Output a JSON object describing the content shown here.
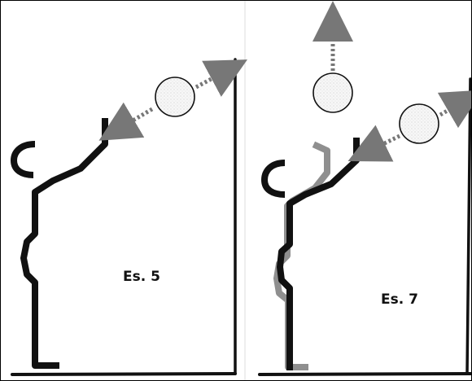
{
  "panels": [
    {
      "id": "left",
      "label": "Es. 5"
    },
    {
      "id": "right",
      "label": "Es. 7"
    }
  ],
  "colors": {
    "ink": "#111111",
    "ghost_profile": "#8f8f8f",
    "ball_fill": "#f3f3f3",
    "arrow": "#777777"
  }
}
